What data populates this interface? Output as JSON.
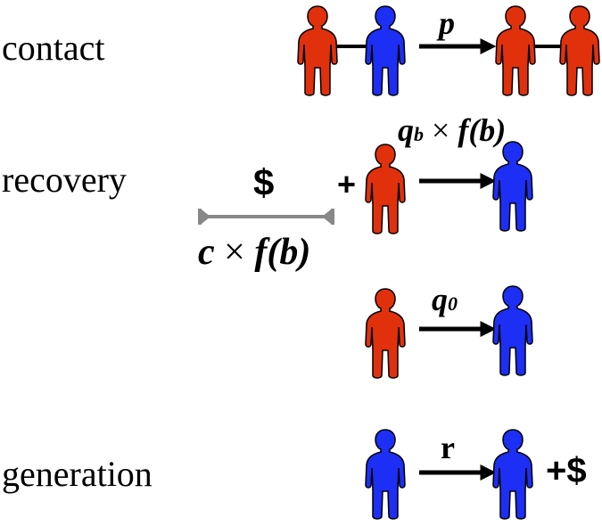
{
  "rows": {
    "contact": {
      "label": "contact",
      "rate": "p"
    },
    "recovery": {
      "label": "recovery",
      "cost_symbol": "$",
      "cost_c": "c",
      "cost_times": "×",
      "cost_f": "f",
      "cost_arg": "(b)",
      "plus": "+",
      "rate_q": "q",
      "rate_sub": "b",
      "rate_times": "×",
      "rate_f": "f",
      "rate_arg": "(b)"
    },
    "spontaneous": {
      "rate_q": "q",
      "rate_sub": "0"
    },
    "generation": {
      "label": "generation",
      "rate": "r",
      "gain": "+$"
    }
  },
  "colors": {
    "infected": "#e0310c",
    "susceptible": "#1d2ef5",
    "cost_bar": "#888888"
  }
}
